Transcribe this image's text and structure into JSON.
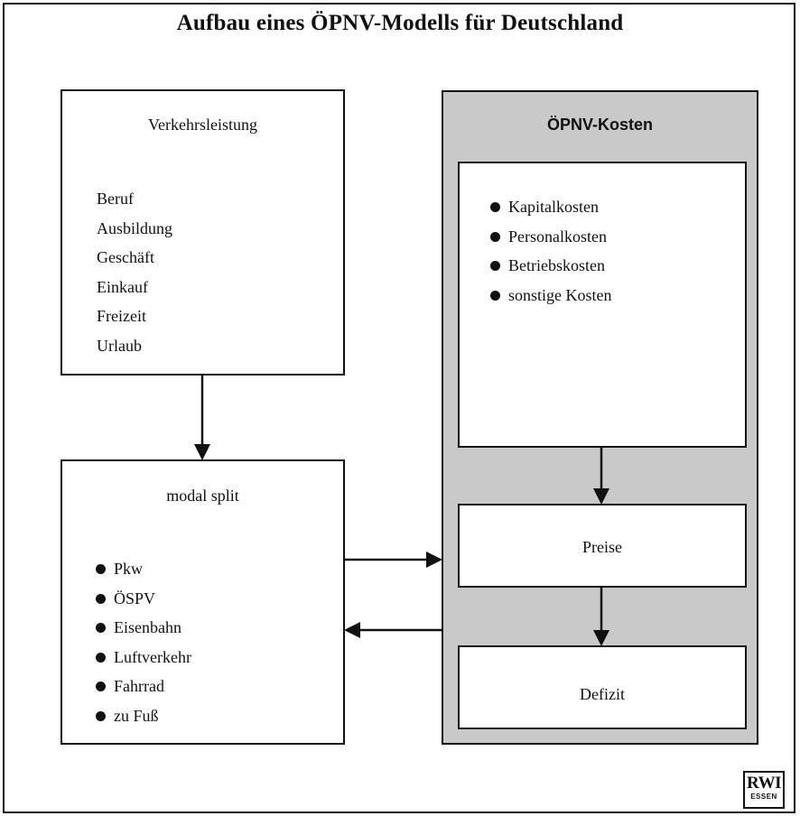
{
  "title": "Aufbau eines ÖPNV-Modells für Deutschland",
  "verkehrsleistung": {
    "heading": "Verkehrsleistung",
    "items": [
      "Beruf",
      "Ausbildung",
      "Geschäft",
      "Einkauf",
      "Freizeit",
      "Urlaub"
    ]
  },
  "modal_split": {
    "heading": "modal split",
    "items": [
      "Pkw",
      "ÖSPV",
      "Eisenbahn",
      "Luftverkehr",
      "Fahrrad",
      "zu Fuß"
    ]
  },
  "oepnv_kosten": {
    "heading": "ÖPNV-Kosten",
    "items": [
      "Kapitalkosten",
      "Personalkosten",
      "Betriebskosten",
      "sonstige Kosten"
    ],
    "preise": "Preise",
    "defizit": "Defizit"
  },
  "logo": {
    "main": "RWI",
    "sub": "ESSEN"
  },
  "colors": {
    "panel_fill": "#c9c9c9",
    "line": "#111111",
    "background": "#ffffff"
  }
}
